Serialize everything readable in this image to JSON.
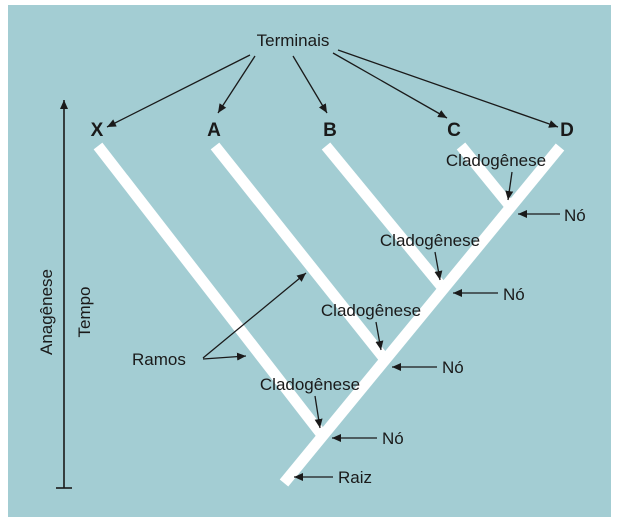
{
  "colors": {
    "background": "#a3cdd3",
    "branch": "#ffffff",
    "ink": "#1a1a1a"
  },
  "labels": {
    "terminais": "Terminais",
    "ramos": "Ramos",
    "raiz": "Raiz",
    "anagenese": "Anagênese",
    "tempo": "Tempo",
    "cladogenese": "Cladogênese",
    "no": "Nó"
  },
  "terminals": [
    "X",
    "A",
    "B",
    "C",
    "D"
  ]
}
